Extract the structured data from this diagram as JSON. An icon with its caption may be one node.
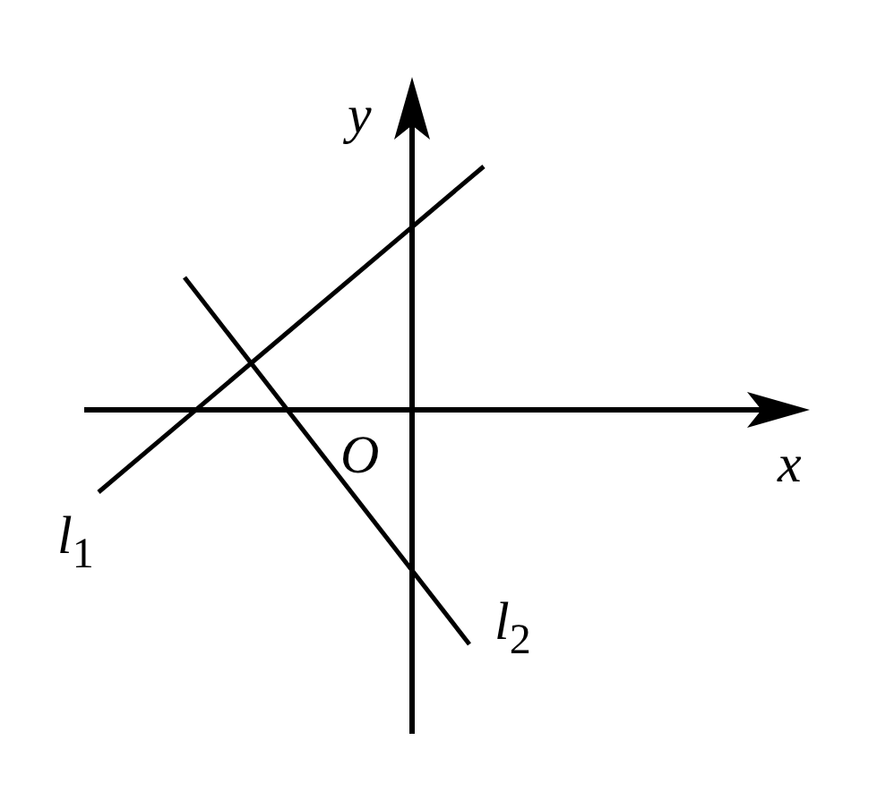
{
  "diagram": {
    "labels": [
      "y",
      "O",
      "x",
      "l$_{1}$",
      "l$_{2}$"
    ]
  }
}
